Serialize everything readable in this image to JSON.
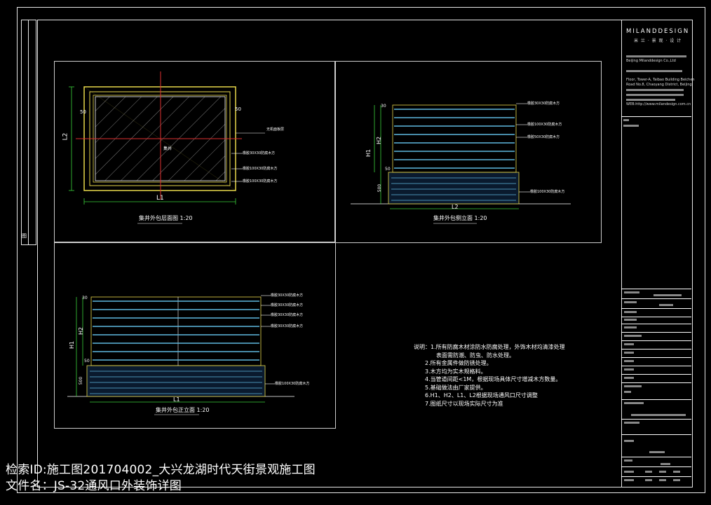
{
  "caption": {
    "line1": "检索ID:施工图201704002_大兴龙湖时代天街景观施工图",
    "line2": "文件名：JS-32通风口外装饰详图"
  },
  "title_block": {
    "brand": "MILANDDESIGN",
    "brand_sub": "米 兰 · 景 观 · 设 计",
    "company_en": "Beijing Milanddesign Co.,Ltd",
    "address_en_1": "Floor, Tower-A, Taibao Building Beichen",
    "address_en_2": "Road No.8, Chaoyang District, Beijing",
    "website": "WEB:http://www.milandesign.com.cn"
  },
  "views": {
    "plan": {
      "title": "集井外包层面图 1:20",
      "dim_v": "L2",
      "dim_h": "L1",
      "dim_tl": "50",
      "dim_tr": "50",
      "center": "集井",
      "callouts": [
        "无机面板层",
        "橡胶30X30防腐木方",
        "橡胶100X30防腐木方",
        "橡胶100X30防腐木方"
      ]
    },
    "side": {
      "title": "集井外包侧立面 1:20",
      "dim_h1": "H1",
      "dim_h2": "H2",
      "dim_top": "30",
      "dim_50": "50",
      "dim_500": "500",
      "dim_l2": "L2",
      "callouts": [
        "橡胶30X30防腐木方",
        "橡胶100X30防腐木方",
        "橡胶50X30防腐木方",
        "橡胶100X30防腐木方"
      ]
    },
    "front": {
      "title": "集井外包正立面 1:20",
      "dim_h1": "H1",
      "dim_h2": "H2",
      "dim_top": "30",
      "dim_50": "50",
      "dim_500": "500",
      "dim_l1": "L1",
      "callouts": [
        "橡胶30X30防腐木方",
        "橡胶30X30防腐木方",
        "橡胶30X30防腐木方",
        "橡胶30X30防腐木方",
        "橡胶100X30防腐木方"
      ]
    }
  },
  "notes": {
    "n1": "说明：1.所有防腐木材涂防水防腐处理，外饰木材均清漆处理",
    "n1b": "表面需防潮、防虫、防水处理。",
    "n2": "2.所有金属件做防锈处理。",
    "n3": "3.木方均为实木规格料。",
    "n4": "4.当管道间距<1M，根据现场具体尺寸增减木方数量。",
    "n5": "5.基础做法由厂家提供。",
    "n6": "6.H1、H2、L1、L2根据现场通风口尺寸调整",
    "n7": "7.图纸尺寸以现场实际尺寸为准"
  },
  "border_side_label": "图"
}
